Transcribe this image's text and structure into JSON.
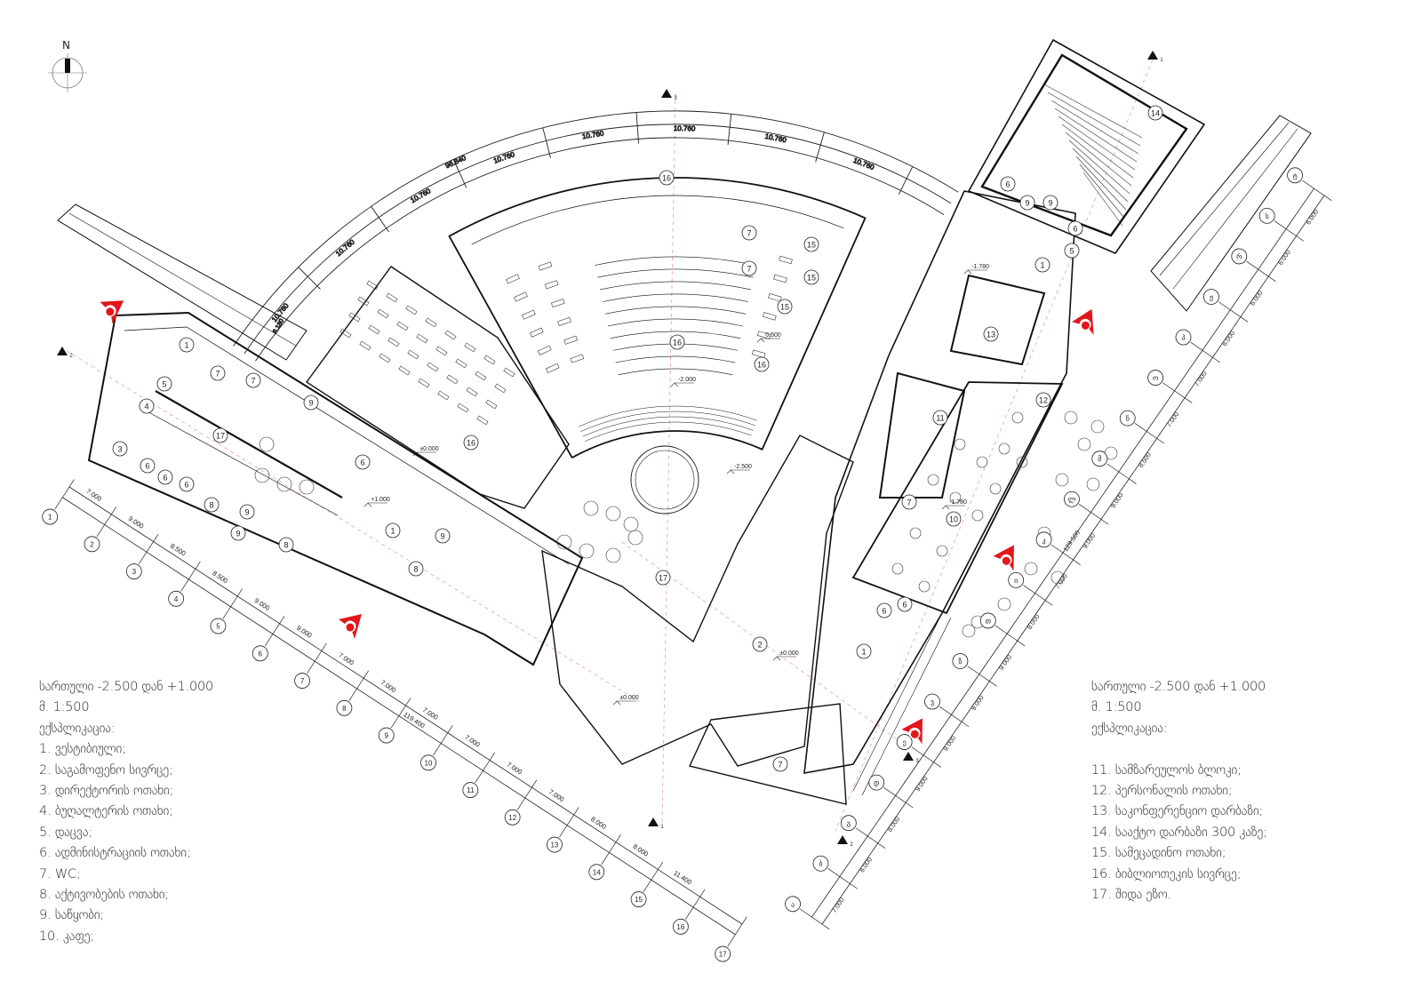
{
  "north_label": "N",
  "legend_left": {
    "title": "სართული -2.500 დან +1.000",
    "scale": "მ. 1:500",
    "heading": "ექსპლიკაცია:",
    "items": [
      "1. ვესტიბიული;",
      "2. საგამოფენო სივრცე;",
      "3. დირექტორის ოთახი;",
      "4. ბუღალტერის ოთახი;",
      "5. დაცვა;",
      "6. ადმინისტრაციის ოთახი;",
      "7. WC;",
      "8. აქტივობების ოთახი;",
      "9. საწყობი;",
      "10. კაფე;"
    ]
  },
  "legend_right": {
    "title": "სართული -2.500 დან +1.000",
    "scale": "მ. 1:500",
    "heading": "ექსპლიკაცია:",
    "items": [
      "11. სამზარეულოს ბლოკი;",
      "12. პერსონალის ოთახი;",
      "13. საკონფერენციო დარბაზი;",
      "14. სააქტო დარბაზი 300 კაზე;",
      "15. სამეცადინო ოთახი;",
      "16. ბიბლიოთეკის სივრცე;",
      "17. შიდა ეზო."
    ]
  },
  "left_axis": {
    "grid_labels": [
      "1",
      "2",
      "3",
      "4",
      "5",
      "6",
      "7",
      "8",
      "9",
      "10",
      "11",
      "12",
      "13",
      "14",
      "15",
      "16",
      "17"
    ],
    "dimensions": [
      "7.000",
      "9.000",
      "8.500",
      "8.500",
      "9.000",
      "9.000",
      "7.000",
      "7.000",
      "7.000",
      "7.000",
      "7.000",
      "7.000",
      "8.000",
      "8.000",
      "11.400",
      "",
      ""
    ],
    "total": "119.400"
  },
  "right_axis": {
    "grid_labels": [
      "ა",
      "ბ",
      "გ",
      "დ",
      "ე",
      "ვ",
      "ზ",
      "თ",
      "ი",
      "კ",
      "ლ",
      "მ",
      "ნ",
      "ო",
      "პ",
      "ჟ",
      "რ",
      "ს",
      "ტ"
    ],
    "dimensions": [
      "7.000",
      "8.000",
      "8.000",
      "9.000",
      "9.000",
      "9.000",
      "9.000",
      "8.000",
      "7.000",
      "9.000",
      "9.000",
      "8.500",
      "7.000",
      "7.000",
      "6.000",
      "6.000",
      "6.000",
      "6.000"
    ],
    "total": "129.500"
  },
  "arc_dimensions": {
    "total": "96.840",
    "segments": [
      "10.760",
      "10.760",
      "10.760",
      "10.760",
      "10.760",
      "10.760",
      "10.760",
      "10.760"
    ],
    "small": "8.180"
  },
  "levels": [
    "-2.500",
    "±0.000",
    "+1.000",
    "-1.780",
    "-1.780",
    "-2.000",
    "0.500",
    "±0.000",
    "±0.000"
  ],
  "room_tags": [
    "1",
    "5",
    "4",
    "3",
    "6",
    "6",
    "6",
    "7",
    "7",
    "17",
    "9",
    "8",
    "9",
    "9",
    "8",
    "8",
    "9",
    "1",
    "6",
    "16",
    "16",
    "16",
    "16",
    "7",
    "7",
    "15",
    "15",
    "15",
    "17",
    "2",
    "1",
    "6",
    "6",
    "7",
    "14",
    "6",
    "9",
    "9",
    "6",
    "5",
    "1",
    "13",
    "11",
    "12",
    "10",
    "7"
  ],
  "section_marks": [
    "2",
    "3",
    "1",
    "1",
    "3",
    "2"
  ],
  "colors": {
    "entrance_marker": "#e3161b",
    "line": "#1a1a1a",
    "axis_line": "#e89a9a"
  }
}
